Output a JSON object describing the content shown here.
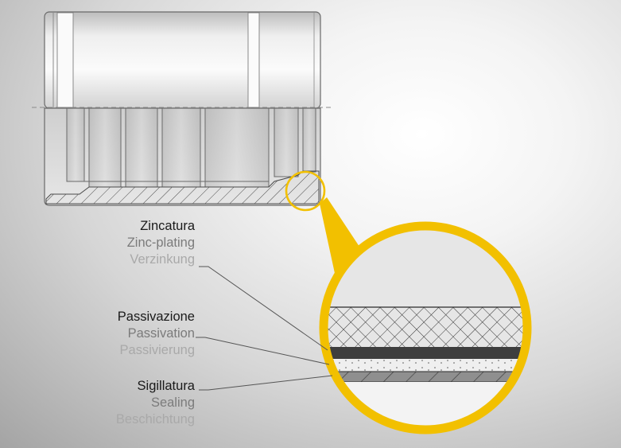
{
  "labels": [
    {
      "it": "Zincatura",
      "en": "Zinc-plating",
      "de": "Verzinkung"
    },
    {
      "it": "Passivazione",
      "en": "Passivation",
      "de": "Passivierung"
    },
    {
      "it": "Sigillatura",
      "en": "Sealing",
      "de": "Beschichtung"
    }
  ],
  "colors": {
    "magnifier": "#f2c000",
    "zinc_layer": "#3e3e3e",
    "metal_face": "#d9d9d9",
    "hatch": "#4a4a4a"
  }
}
